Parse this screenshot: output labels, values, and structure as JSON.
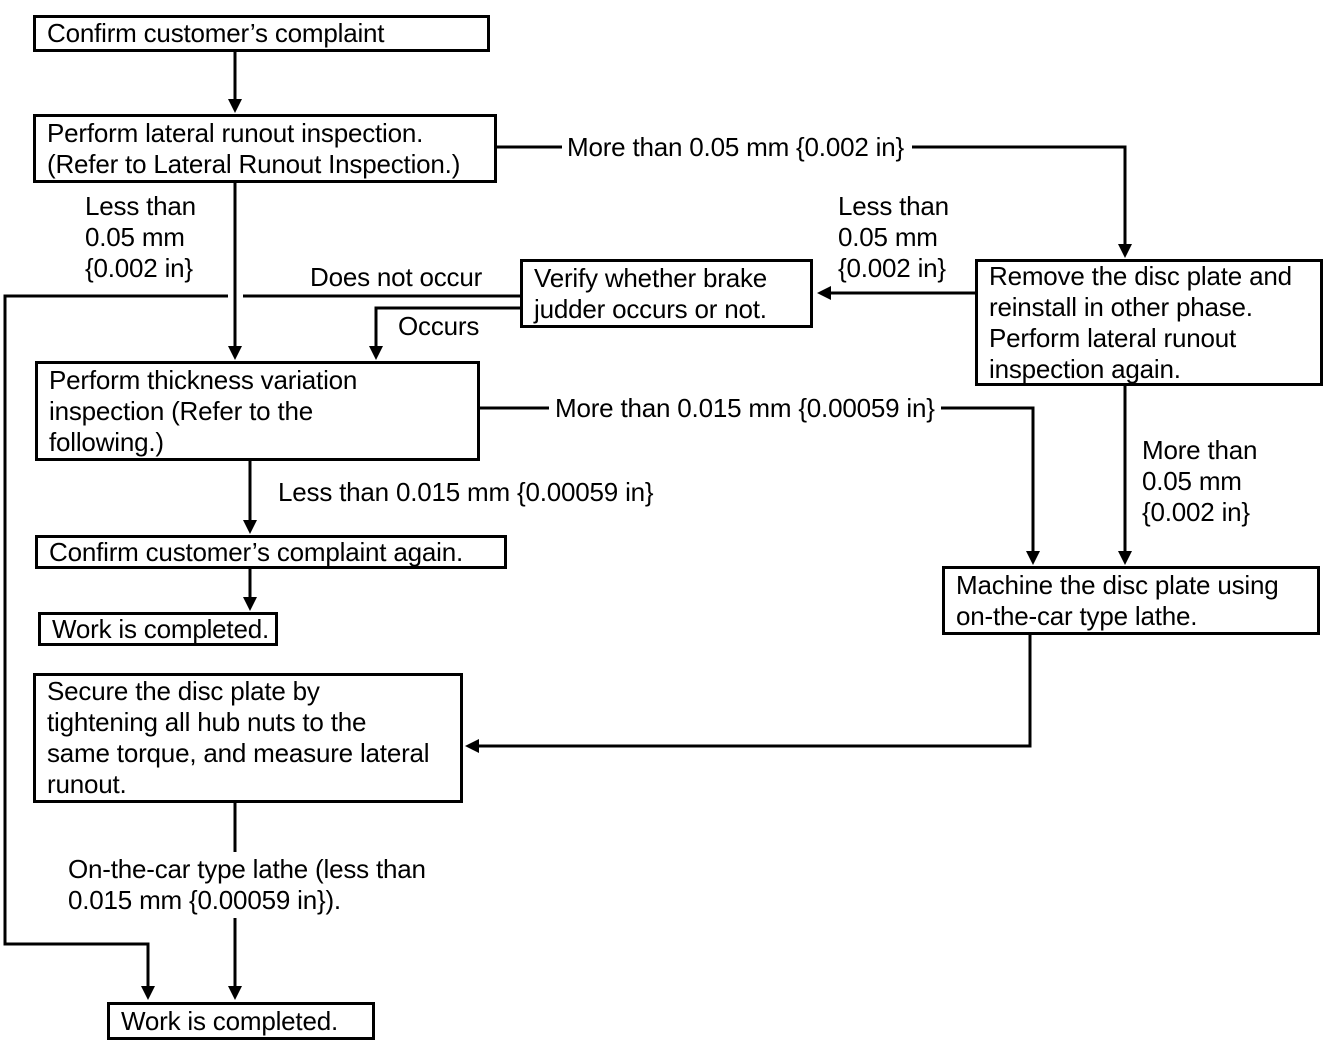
{
  "diagram": {
    "title": "Brake judder repair flowchart",
    "colors": {
      "ink": "#000000",
      "paper": "#ffffff"
    },
    "nodes": {
      "confirm_complaint": {
        "text": "Confirm customer’s complaint"
      },
      "lateral_runout": {
        "text": "Perform lateral runout inspection.\n(Refer to Lateral Runout Inspection.)"
      },
      "verify_judder": {
        "text": "Verify whether brake\njudder occurs or not."
      },
      "remove_disc": {
        "text": "Remove the disc plate and\nreinstall in other phase.\nPerform lateral runout\ninspection again."
      },
      "thickness_variation": {
        "text": "Perform thickness variation\ninspection (Refer to the\nfollowing.)"
      },
      "confirm_again": {
        "text": "Confirm customer’s complaint again."
      },
      "work_completed_top": {
        "text": "Work is completed."
      },
      "secure_disc": {
        "text": "Secure the disc plate by\ntightening all hub nuts to the\nsame torque, and measure lateral\nrunout."
      },
      "machine_disc": {
        "text": "Machine the disc plate using\non-the-car type lathe."
      },
      "work_completed_bottom": {
        "text": "Work is completed."
      }
    },
    "labels": {
      "more_than_005_top": {
        "text": "More than 0.05 mm {0.002 in}"
      },
      "less_than_005_left": {
        "text": "Less than\n0.05 mm\n{0.002 in}"
      },
      "less_than_005_right": {
        "text": "Less than\n0.05 mm\n{0.002 in}"
      },
      "does_not_occur": {
        "text": "Does not occur"
      },
      "occurs": {
        "text": "Occurs"
      },
      "more_than_0015": {
        "text": "More than 0.015 mm {0.00059 in}"
      },
      "less_than_0015": {
        "text": "Less than 0.015 mm {0.00059 in}"
      },
      "more_than_005_right": {
        "text": "More than\n0.05 mm\n{0.002 in}"
      },
      "on_the_car_lathe": {
        "text": "On-the-car type lathe (less than\n0.015 mm {0.00059 in})."
      }
    }
  }
}
